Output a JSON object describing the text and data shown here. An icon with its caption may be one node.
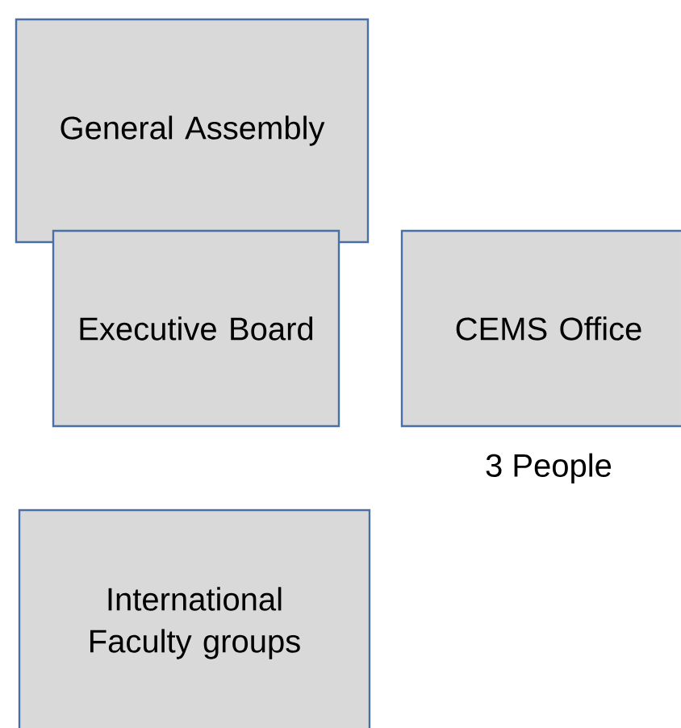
{
  "diagram": {
    "nodes": [
      {
        "text": [
          "General Assembly"
        ]
      },
      {
        "text": [
          "Executive Board"
        ]
      },
      {
        "text": [
          "CEMS Office"
        ],
        "beside": [
          "3 People"
        ]
      },
      {
        "text": [
          "International Faculty groups"
        ]
      }
    ]
  }
}
